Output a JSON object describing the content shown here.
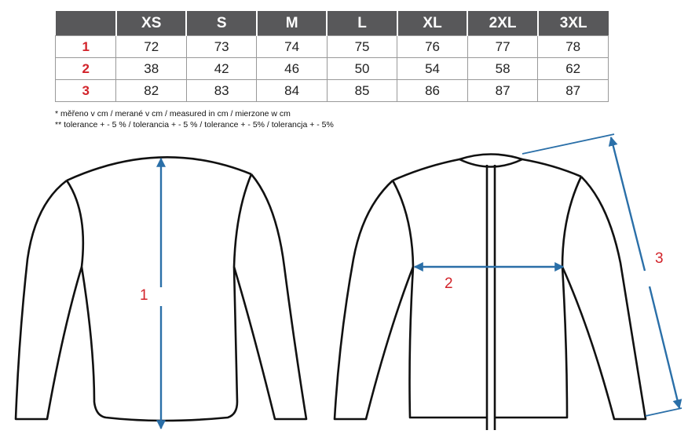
{
  "table": {
    "headers": [
      "",
      "XS",
      "S",
      "M",
      "L",
      "XL",
      "2XL",
      "3XL"
    ],
    "rows": [
      {
        "label": "1",
        "values": [
          "72",
          "73",
          "74",
          "75",
          "76",
          "77",
          "78"
        ]
      },
      {
        "label": "2",
        "values": [
          "38",
          "42",
          "46",
          "50",
          "54",
          "58",
          "62"
        ]
      },
      {
        "label": "3",
        "values": [
          "82",
          "83",
          "84",
          "85",
          "86",
          "87",
          "87"
        ]
      }
    ]
  },
  "notes": [
    "* měřeno v cm / merané v cm / measured in cm / mierzone w cm",
    "** tolerance + - 5 % / tolerancia + - 5 % / tolerance + - 5% / tolerancja + - 5%"
  ],
  "diagram": {
    "label_1": "1",
    "label_2": "2",
    "label_3": "3"
  },
  "colors": {
    "header": "#58585a",
    "label": "#d2232a",
    "arrow": "#2a6fa8"
  }
}
